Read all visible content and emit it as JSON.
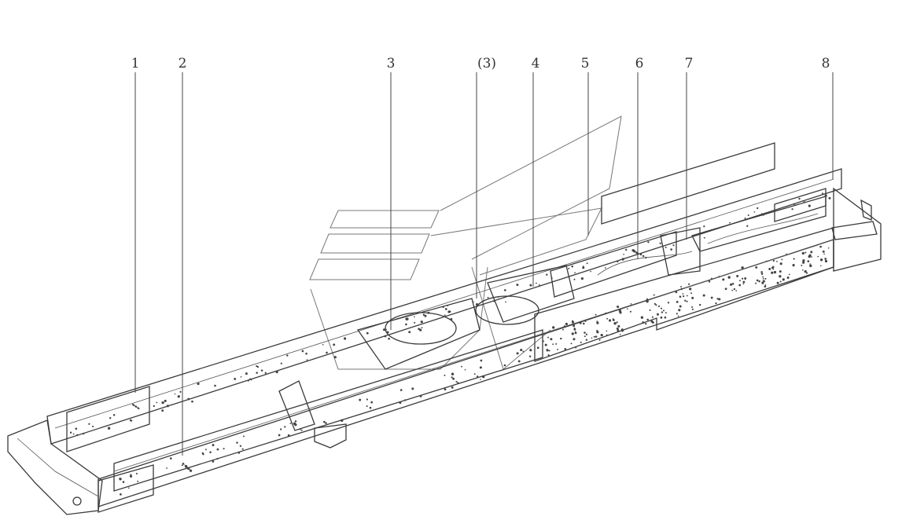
{
  "callouts": [
    {
      "label": "1"
    },
    {
      "label": "2"
    },
    {
      "label": "3"
    },
    {
      "label": "(3)"
    },
    {
      "label": "4"
    },
    {
      "label": "5"
    },
    {
      "label": "6"
    },
    {
      "label": "7"
    },
    {
      "label": "8"
    }
  ],
  "colors": {
    "line": "#3a3a3a",
    "background": "#ffffff",
    "watermark": "#777777"
  }
}
